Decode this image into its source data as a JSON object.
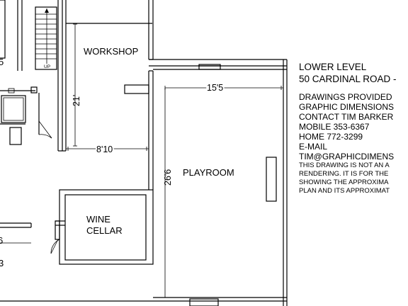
{
  "rooms": {
    "workshop": "WORKSHOP",
    "playroom": "PLAYROOM",
    "wine_cellar_line1": "WINE",
    "wine_cellar_line2": "CELLAR"
  },
  "dimensions": {
    "workshop_height": "21'",
    "workshop_width": "8'10",
    "playroom_width": "15'5",
    "playroom_height": "26'6",
    "left_edge_1": "6",
    "left_edge_2": "3",
    "top_left_fragment": "5"
  },
  "stairs": {
    "label": "UP"
  },
  "title_block": {
    "line1": "LOWER LEVEL",
    "line2": "50 CARDINAL ROAD -",
    "line3": "DRAWINGS PROVIDED",
    "line4": "GRAPHIC DIMENSIONS",
    "line5": "CONTACT TIM BARKER",
    "line6": "MOBILE  353-6367",
    "line7": "HOME  772-3299",
    "line8": "E-MAIL",
    "line9": "TIM@GRAPHICDIMENS",
    "note1": "THIS DRAWING IS NOT AN A",
    "note2": "RENDERING. IT IS FOR THE",
    "note3": "SHOWING THE APPROXIMA",
    "note4": "PLAN AND ITS APPROXIMAT"
  }
}
